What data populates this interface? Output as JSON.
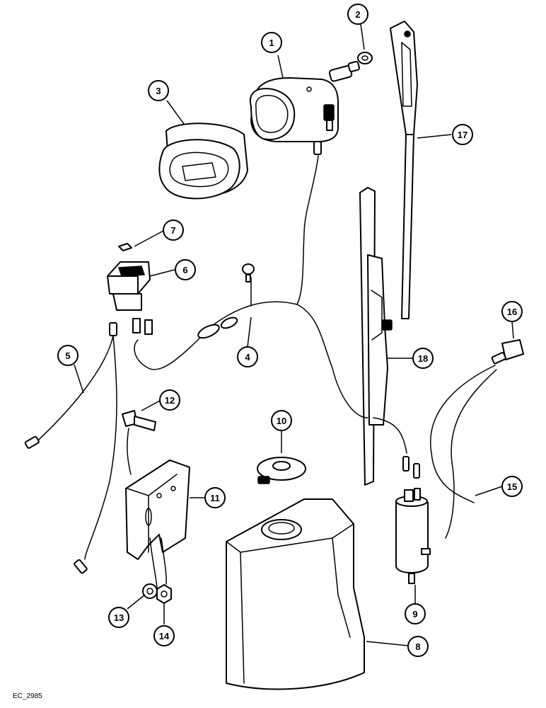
{
  "reference_code": "EC_2985",
  "callouts": [
    {
      "label": "1",
      "name": "wiper-motor"
    },
    {
      "label": "2",
      "name": "nut"
    },
    {
      "label": "3",
      "name": "motor-cover"
    },
    {
      "label": "4",
      "name": "wiring-harness"
    },
    {
      "label": "5",
      "name": "cable"
    },
    {
      "label": "6",
      "name": "rocker-switch"
    },
    {
      "label": "7",
      "name": "switch-lens"
    },
    {
      "label": "8",
      "name": "washer-reservoir"
    },
    {
      "label": "9",
      "name": "washer-pump"
    },
    {
      "label": "10",
      "name": "grommet"
    },
    {
      "label": "11",
      "name": "mounting-bracket"
    },
    {
      "label": "12",
      "name": "bolt"
    },
    {
      "label": "13",
      "name": "washer"
    },
    {
      "label": "14",
      "name": "nut"
    },
    {
      "label": "15",
      "name": "hose"
    },
    {
      "label": "16",
      "name": "jet"
    },
    {
      "label": "17",
      "name": "wiper-arm"
    },
    {
      "label": "18",
      "name": "wiper-blade"
    }
  ]
}
